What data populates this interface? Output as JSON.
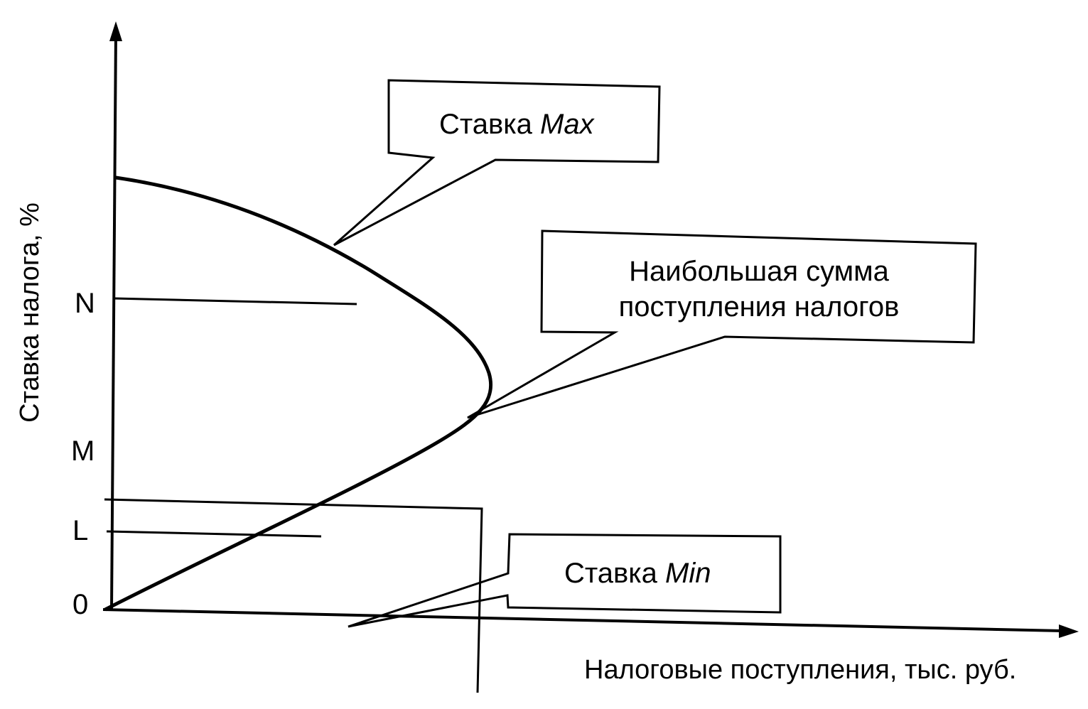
{
  "diagram": {
    "y_axis_label": "Ставка налога, %",
    "x_axis_label": "Налоговые поступления, тыс. руб.",
    "y_ticks": [
      "N",
      "M",
      "L",
      "0"
    ],
    "callouts": {
      "max": {
        "prefix": "Ставка ",
        "italic": "Max"
      },
      "peak": {
        "line1": "Наибольшая сумма",
        "line2": "поступления налогов"
      },
      "min": {
        "prefix": "Ставка ",
        "italic": "Min"
      }
    },
    "colors": {
      "ink": "#000000",
      "background": "#ffffff"
    }
  }
}
